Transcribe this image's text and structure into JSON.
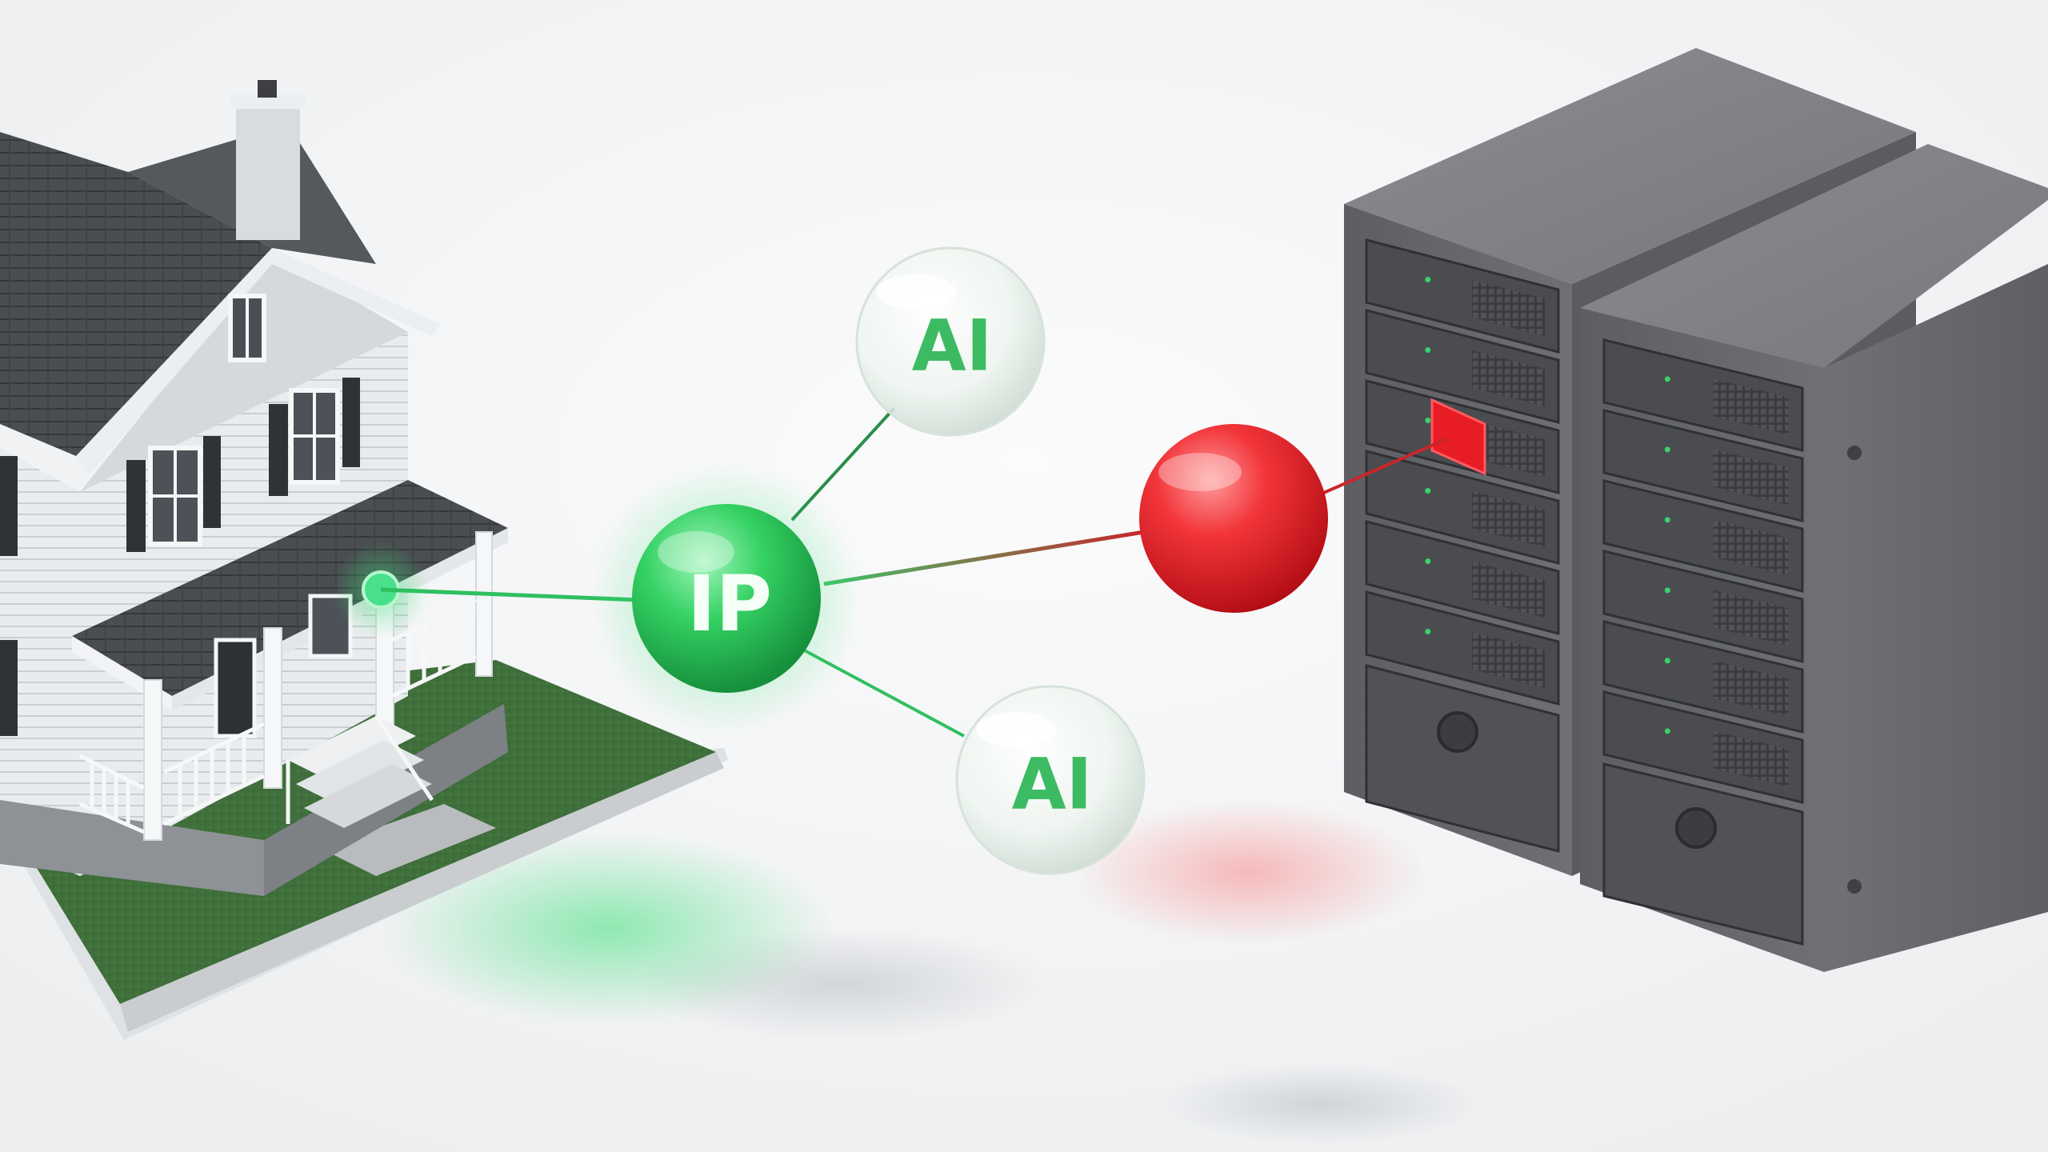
{
  "nodes": {
    "ip": {
      "label": "IP",
      "color": "#2ecc5e"
    },
    "ai_top": {
      "label": "AI",
      "color": "#3dbb63"
    },
    "ai_bottom": {
      "label": "AI",
      "color": "#3dbb63"
    },
    "blocked": {
      "color": "#e8202a"
    }
  },
  "colors": {
    "background": "#f4f5f6",
    "house_glow": "#3ee07a",
    "server_body": "#6b6d71",
    "server_alert": "#e81c24",
    "lawn": "#3f6f3a"
  }
}
